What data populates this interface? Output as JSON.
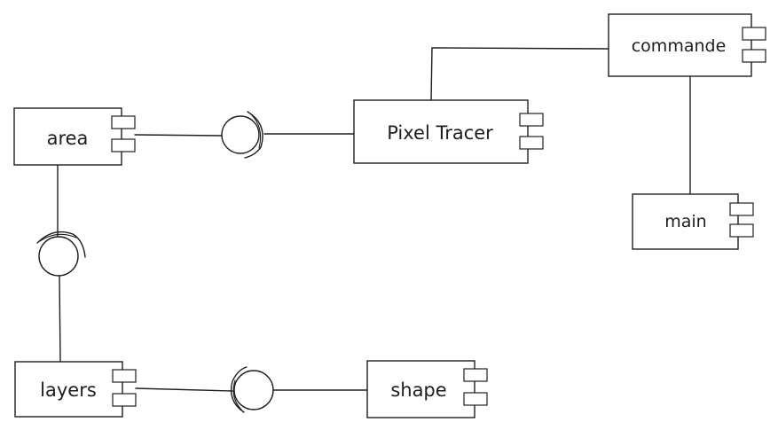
{
  "components": {
    "area": {
      "label": "area"
    },
    "pixel_tracer": {
      "label": "Pixel Tracer"
    },
    "commande": {
      "label": "commande"
    },
    "main": {
      "label": "main"
    },
    "layers": {
      "label": "layers"
    },
    "shape": {
      "label": "shape"
    }
  },
  "colors": {
    "stroke": "#1e1e1e",
    "background": "#ffffff"
  }
}
